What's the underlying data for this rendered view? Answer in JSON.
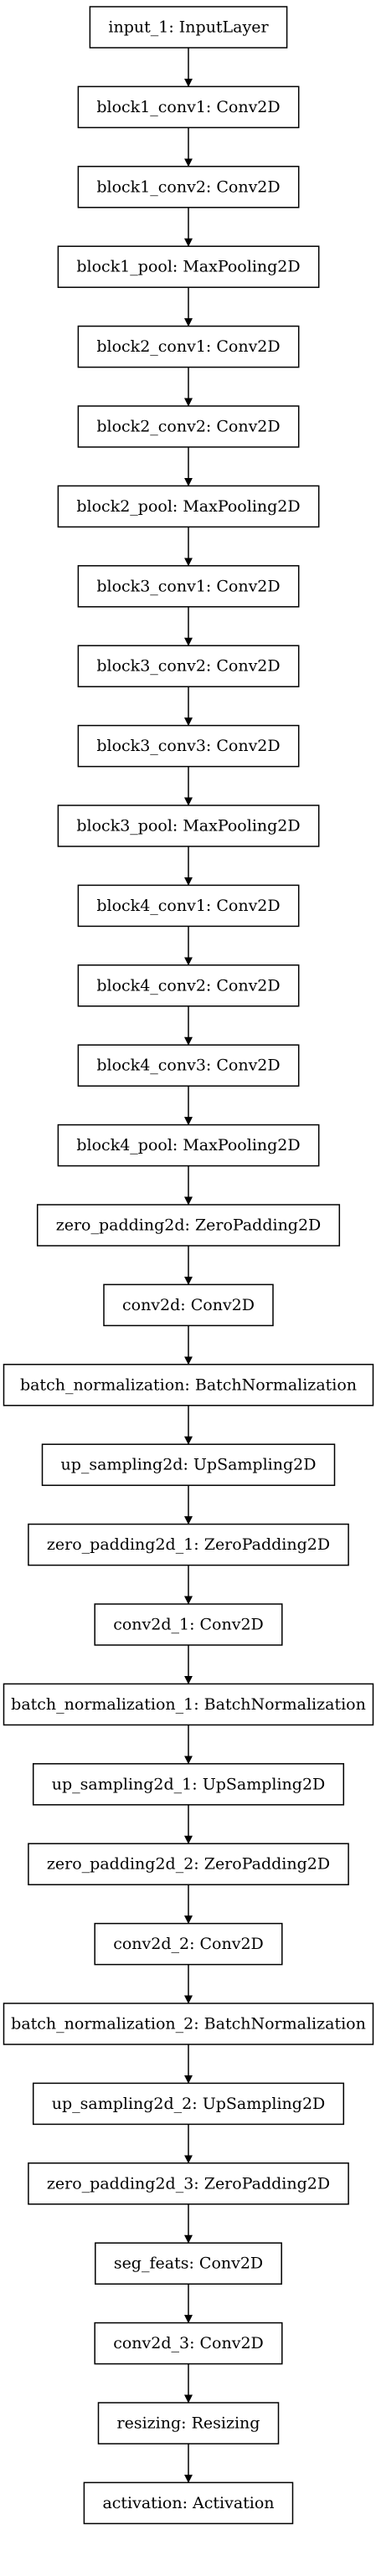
{
  "diagram": {
    "nodes": [
      {
        "id": "input_1",
        "label": "input_1: InputLayer"
      },
      {
        "id": "block1_conv1",
        "label": "block1_conv1: Conv2D"
      },
      {
        "id": "block1_conv2",
        "label": "block1_conv2: Conv2D"
      },
      {
        "id": "block1_pool",
        "label": "block1_pool: MaxPooling2D"
      },
      {
        "id": "block2_conv1",
        "label": "block2_conv1: Conv2D"
      },
      {
        "id": "block2_conv2",
        "label": "block2_conv2: Conv2D"
      },
      {
        "id": "block2_pool",
        "label": "block2_pool: MaxPooling2D"
      },
      {
        "id": "block3_conv1",
        "label": "block3_conv1: Conv2D"
      },
      {
        "id": "block3_conv2",
        "label": "block3_conv2: Conv2D"
      },
      {
        "id": "block3_conv3",
        "label": "block3_conv3: Conv2D"
      },
      {
        "id": "block3_pool",
        "label": "block3_pool: MaxPooling2D"
      },
      {
        "id": "block4_conv1",
        "label": "block4_conv1: Conv2D"
      },
      {
        "id": "block4_conv2",
        "label": "block4_conv2: Conv2D"
      },
      {
        "id": "block4_conv3",
        "label": "block4_conv3: Conv2D"
      },
      {
        "id": "block4_pool",
        "label": "block4_pool: MaxPooling2D"
      },
      {
        "id": "zero_padding2d",
        "label": "zero_padding2d: ZeroPadding2D"
      },
      {
        "id": "conv2d",
        "label": "conv2d: Conv2D"
      },
      {
        "id": "batch_normalization",
        "label": "batch_normalization: BatchNormalization"
      },
      {
        "id": "up_sampling2d",
        "label": "up_sampling2d: UpSampling2D"
      },
      {
        "id": "zero_padding2d_1",
        "label": "zero_padding2d_1: ZeroPadding2D"
      },
      {
        "id": "conv2d_1",
        "label": "conv2d_1: Conv2D"
      },
      {
        "id": "batch_normalization_1",
        "label": "batch_normalization_1: BatchNormalization"
      },
      {
        "id": "up_sampling2d_1",
        "label": "up_sampling2d_1: UpSampling2D"
      },
      {
        "id": "zero_padding2d_2",
        "label": "zero_padding2d_2: ZeroPadding2D"
      },
      {
        "id": "conv2d_2",
        "label": "conv2d_2: Conv2D"
      },
      {
        "id": "batch_normalization_2",
        "label": "batch_normalization_2: BatchNormalization"
      },
      {
        "id": "up_sampling2d_2",
        "label": "up_sampling2d_2: UpSampling2D"
      },
      {
        "id": "zero_padding2d_3",
        "label": "zero_padding2d_3: ZeroPadding2D"
      },
      {
        "id": "seg_feats",
        "label": "seg_feats: Conv2D"
      },
      {
        "id": "conv2d_3",
        "label": "conv2d_3: Conv2D"
      },
      {
        "id": "resizing",
        "label": "resizing: Resizing"
      },
      {
        "id": "activation",
        "label": "activation: Activation"
      }
    ],
    "colors": {
      "stroke": "#000000",
      "text": "#000000",
      "background": "#ffffff"
    }
  }
}
